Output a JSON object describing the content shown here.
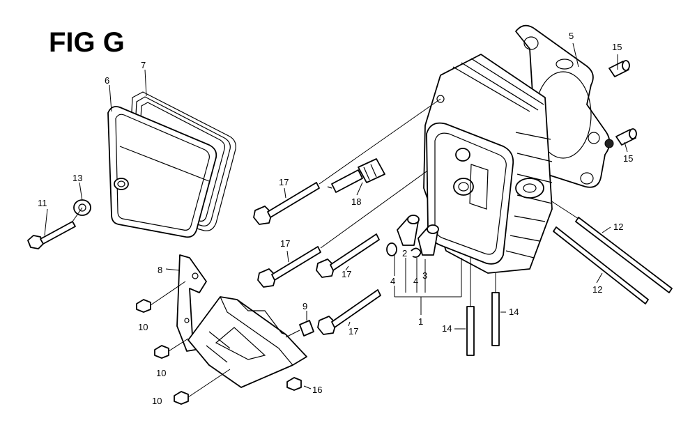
{
  "figure": {
    "title": "FIG G"
  },
  "callouts": [
    {
      "id": "c5",
      "label": "5"
    },
    {
      "id": "c15a",
      "label": "15"
    },
    {
      "id": "c15b",
      "label": "15"
    },
    {
      "id": "c6",
      "label": "6"
    },
    {
      "id": "c7",
      "label": "7"
    },
    {
      "id": "c13",
      "label": "13"
    },
    {
      "id": "c11",
      "label": "11"
    },
    {
      "id": "c17a",
      "label": "17"
    },
    {
      "id": "c18",
      "label": "18"
    },
    {
      "id": "c17b",
      "label": "17"
    },
    {
      "id": "c17c",
      "label": "17"
    },
    {
      "id": "c17d",
      "label": "17"
    },
    {
      "id": "c8",
      "label": "8"
    },
    {
      "id": "c10a",
      "label": "10"
    },
    {
      "id": "c10b",
      "label": "10"
    },
    {
      "id": "c10c",
      "label": "10"
    },
    {
      "id": "c9",
      "label": "9"
    },
    {
      "id": "c16",
      "label": "16"
    },
    {
      "id": "c2",
      "label": "2"
    },
    {
      "id": "c4a",
      "label": "4"
    },
    {
      "id": "c4b",
      "label": "4"
    },
    {
      "id": "c3",
      "label": "3"
    },
    {
      "id": "c1",
      "label": "1"
    },
    {
      "id": "c14a",
      "label": "14"
    },
    {
      "id": "c14b",
      "label": "14"
    },
    {
      "id": "c12a",
      "label": "12"
    },
    {
      "id": "c12b",
      "label": "12"
    }
  ]
}
